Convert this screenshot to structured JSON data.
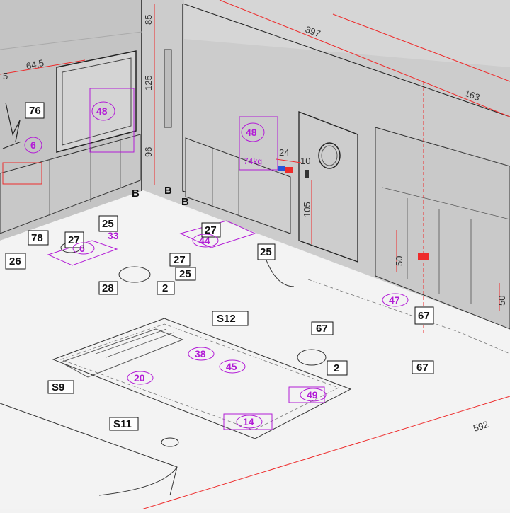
{
  "labels": {
    "left": [
      "76",
      "27",
      "25",
      "33",
      "26",
      "78",
      "6",
      "28",
      "2"
    ],
    "center": [
      "27",
      "44",
      "27",
      "25",
      "25",
      "B",
      "B",
      "B"
    ],
    "right": [
      "67",
      "67",
      "67",
      "47",
      "2"
    ],
    "kitchen": [
      "S12",
      "S9",
      "S11",
      "38",
      "45",
      "20",
      "49",
      "14"
    ],
    "wall": [
      "48",
      "48",
      "6"
    ]
  },
  "dimensions": {
    "top": "397",
    "right": "163",
    "vert_85": "85",
    "vert_125": "125",
    "vert_96": "96",
    "left_a": "5",
    "left_b": "64,5",
    "door_24": "24",
    "door_10": "10",
    "door_105": "105",
    "cab_50a": "50",
    "cab_50b": "50",
    "floor": "592",
    "weight": "74kg"
  },
  "colors": {
    "wall_left": "#c4c4c4",
    "wall_back": "#cccccc",
    "floor": "#f2f2f2",
    "dimension": "#ee2b2b",
    "annotation": "#b21bd6"
  }
}
